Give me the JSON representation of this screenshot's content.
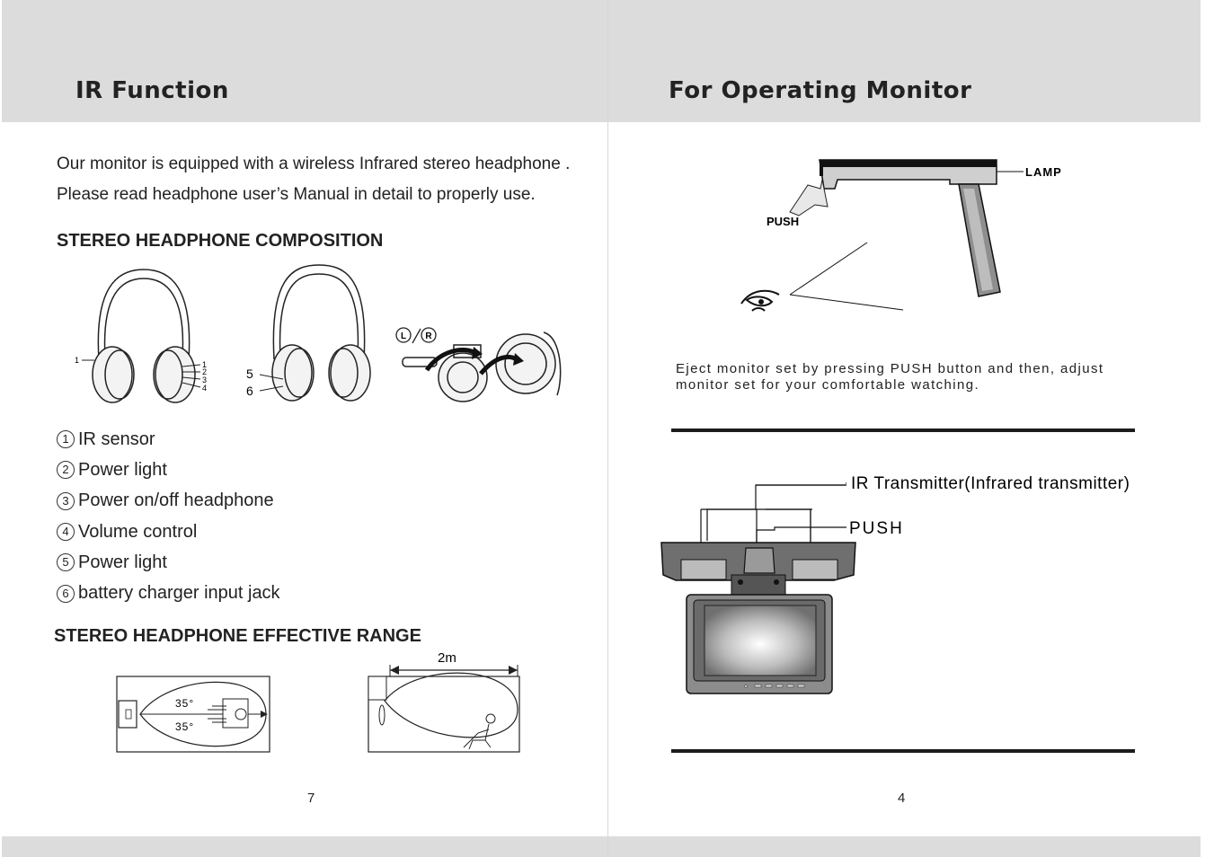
{
  "left_page": {
    "title": "IR Function",
    "intro_line1": "Our monitor is equipped with a wireless Infrared  stereo headphone .",
    "intro_line2": "Please read headphone user’s  Manual in detail to properly use.",
    "composition_heading": "STEREO HEADPHONE COMPOSITION",
    "figure_labels": {
      "left_right": [
        "L",
        "R"
      ],
      "small_nums": [
        "1",
        "1",
        "2",
        "3",
        "4"
      ],
      "large_nums": [
        "5",
        "6"
      ]
    },
    "parts": [
      {
        "num": "1",
        "label": "IR sensor"
      },
      {
        "num": "2",
        "label": "Power light"
      },
      {
        "num": "3",
        "label": "Power on/off headphone"
      },
      {
        "num": "4",
        "label": "Volume control"
      },
      {
        "num": "5",
        "label": "Power light"
      },
      {
        "num": "6",
        "label": "battery charger input jack"
      }
    ],
    "range_heading": "STEREO HEADPHONE EFFECTIVE RANGE",
    "range_angle_top": "35°",
    "range_angle_bottom": "35°",
    "range_distance": "2m",
    "page_number": "7"
  },
  "right_page": {
    "title": "For Operating Monitor",
    "lamp_label": "LAMP",
    "push_label_top": "PUSH",
    "eject_line1": "Eject monitor set by pressing PUSH button and then, adjust",
    "eject_line2": "monitor set for your comfortable watching.",
    "ir_transmitter_label": "IR Transmitter(Infrared  transmitter)",
    "push_label_bottom": "PUSH",
    "page_number": "4"
  },
  "colors": {
    "header_band": "#dcdcdd",
    "rule": "#1c1c1c",
    "text": "#222222"
  }
}
